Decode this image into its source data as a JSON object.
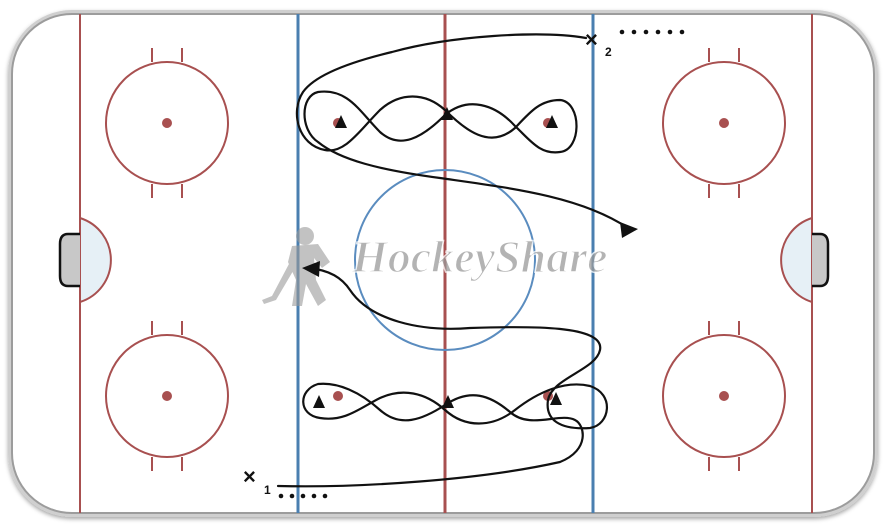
{
  "diagram": {
    "watermark": {
      "brand": "HockeyShare"
    },
    "colors": {
      "boards": "#b9b9b9",
      "ice": "#ffffff",
      "red_line": "#a85050",
      "blue_line": "#4a7fb0",
      "center_dot": "#1a4fa0",
      "crease_fill": "#e6f0f6",
      "net_fill": "#c8c8c8",
      "path": "#111111"
    },
    "players": [
      {
        "mark": "×",
        "number": "1"
      },
      {
        "mark": "×",
        "number": "2"
      }
    ],
    "icons": {
      "pylon": "triangle-pylon-icon",
      "arrow": "arrowhead-icon",
      "watermark": "hockey-player-silhouette-icon"
    }
  }
}
